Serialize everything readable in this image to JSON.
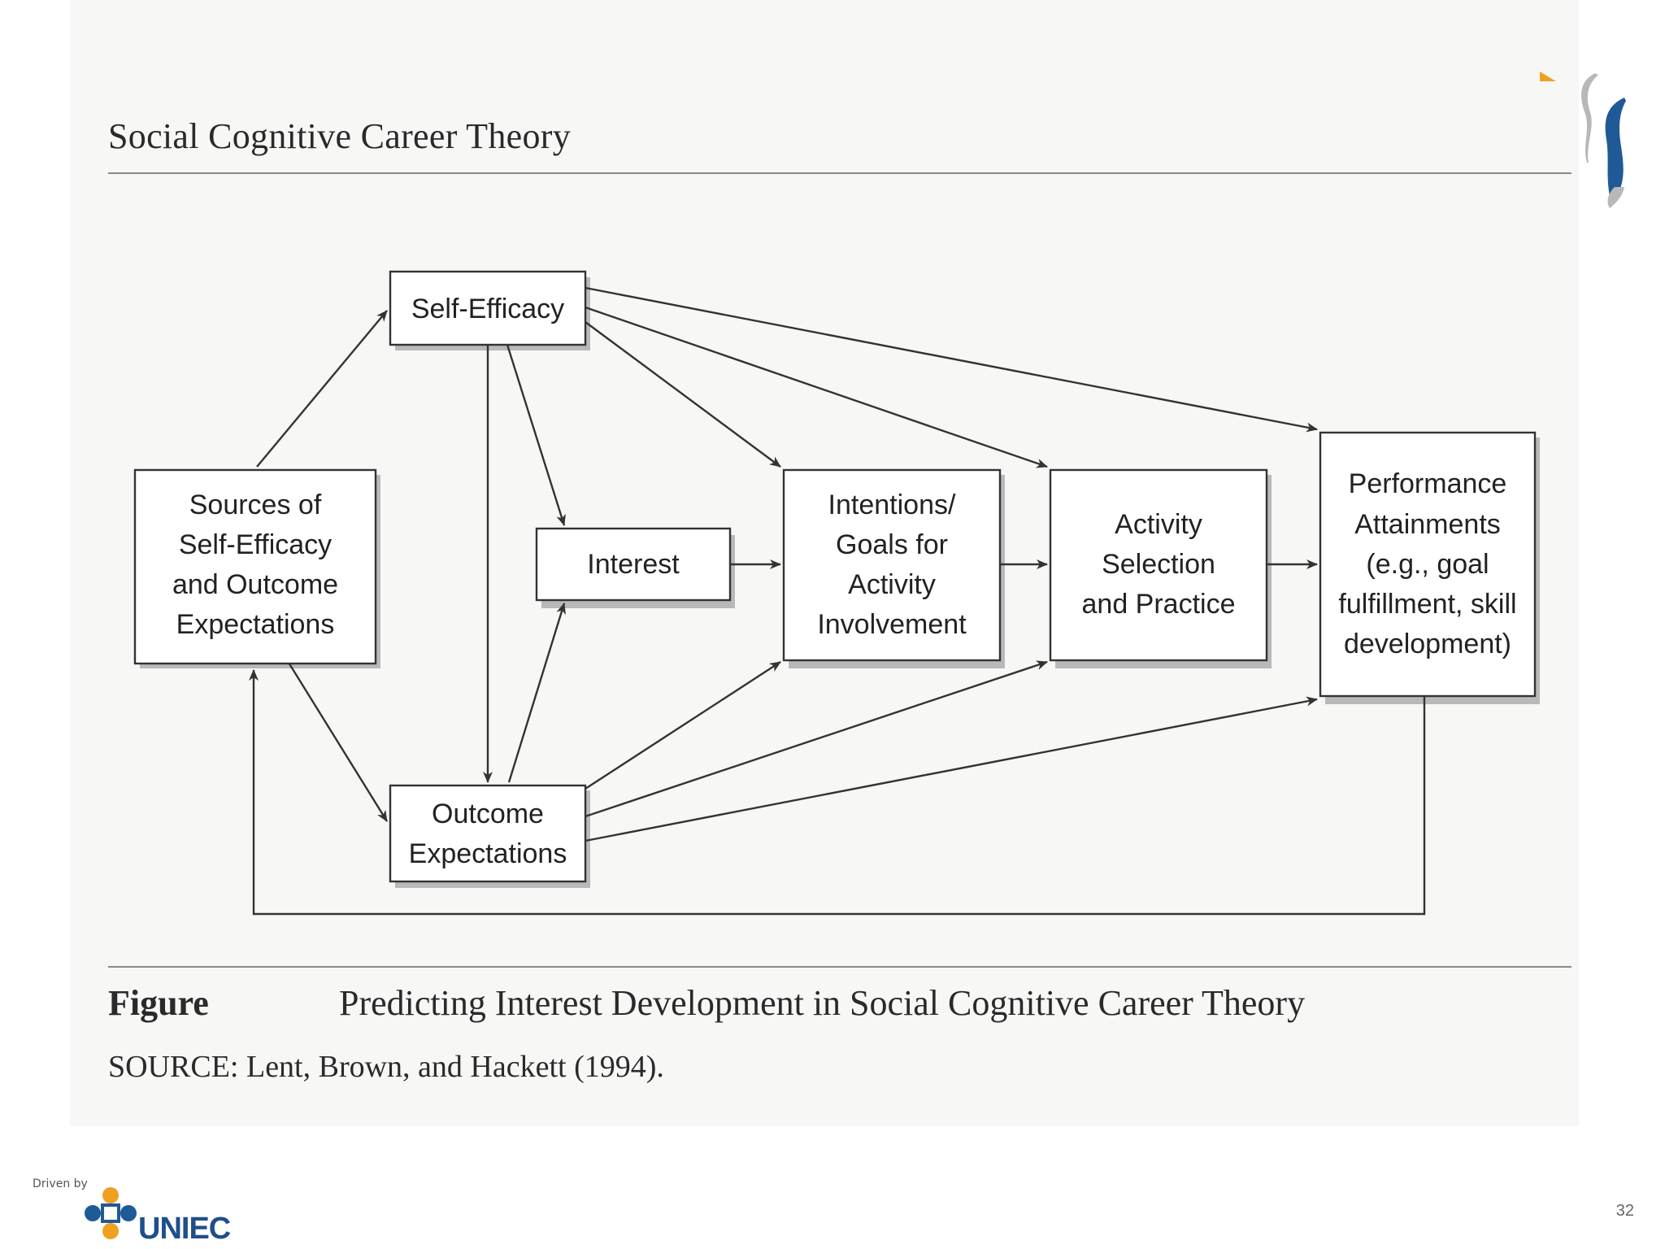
{
  "slide": {
    "title": "Social Cognitive Career Theory",
    "page_number": "32",
    "driven_by": "Driven by",
    "brand": "UNIEC"
  },
  "diagram": {
    "nodes": {
      "self_efficacy": [
        "Self-Efficacy"
      ],
      "sources": [
        "Sources of",
        "Self-Efficacy",
        "and Outcome",
        "Expectations"
      ],
      "interest": [
        "Interest"
      ],
      "intentions": [
        "Intentions/",
        "Goals for",
        "Activity",
        "Involvement"
      ],
      "activity": [
        "Activity",
        "Selection",
        "and Practice"
      ],
      "performance": [
        "Performance",
        "Attainments",
        "(e.g., goal",
        "fulfillment, skill",
        "development)"
      ],
      "outcome": [
        "Outcome",
        "Expectations"
      ]
    }
  },
  "caption": {
    "label": "Figure",
    "text": "Predicting Interest Development in Social Cognitive Career Theory",
    "source": "SOURCE: Lent, Brown, and Hackett (1994)."
  },
  "colors": {
    "line": "#333333",
    "logo_blue": "#1f5a96",
    "logo_gray": "#b8b8b8",
    "logo_orange": "#f0a020"
  }
}
